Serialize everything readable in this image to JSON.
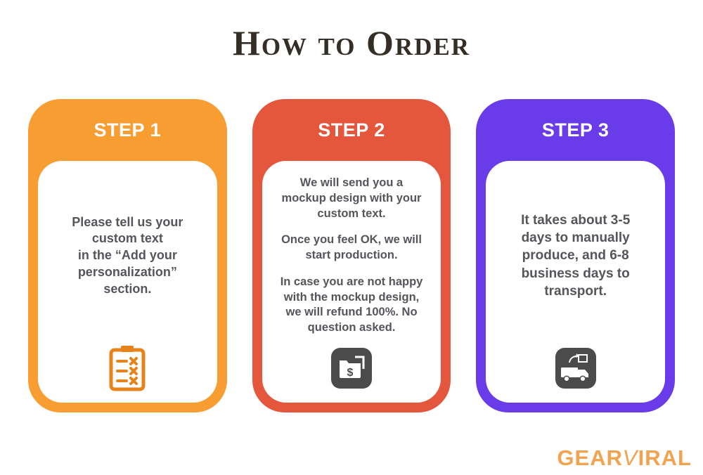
{
  "page": {
    "title": "How to Order",
    "background_color": "#ffffff",
    "title_color": "#332e27",
    "body_text_color": "#55555a"
  },
  "watermark": {
    "part1": "GEAR",
    "part2": "V",
    "part3": "IRAL",
    "color": "#f1a350"
  },
  "steps": [
    {
      "label": "STEP 1",
      "color": "#f89d32",
      "icon": "clipboard-checklist-icon",
      "icon_color": "#e8831c",
      "paragraphs": [
        "Please tell us your\ncustom text\nin the “Add your\npersonalization”\nsection."
      ]
    },
    {
      "label": "STEP 2",
      "color": "#e4573d",
      "icon": "dollar-folder-icon",
      "icon_color": "#4b4b4b",
      "paragraphs": [
        "We will send you a\nmockup design with your\ncustom text.",
        "Once you feel OK, we will\nstart production.",
        "In case you are not happy\nwith the mockup design,\nwe will refund 100%. No\nquestion asked."
      ]
    },
    {
      "label": "STEP 3",
      "color": "#6a3be8",
      "icon": "shipping-truck-icon",
      "icon_color": "#4b4b4b",
      "paragraphs": [
        "It takes about 3-5\ndays to manually\nproduce, and 6-8\nbusiness days to\ntransport."
      ]
    }
  ]
}
